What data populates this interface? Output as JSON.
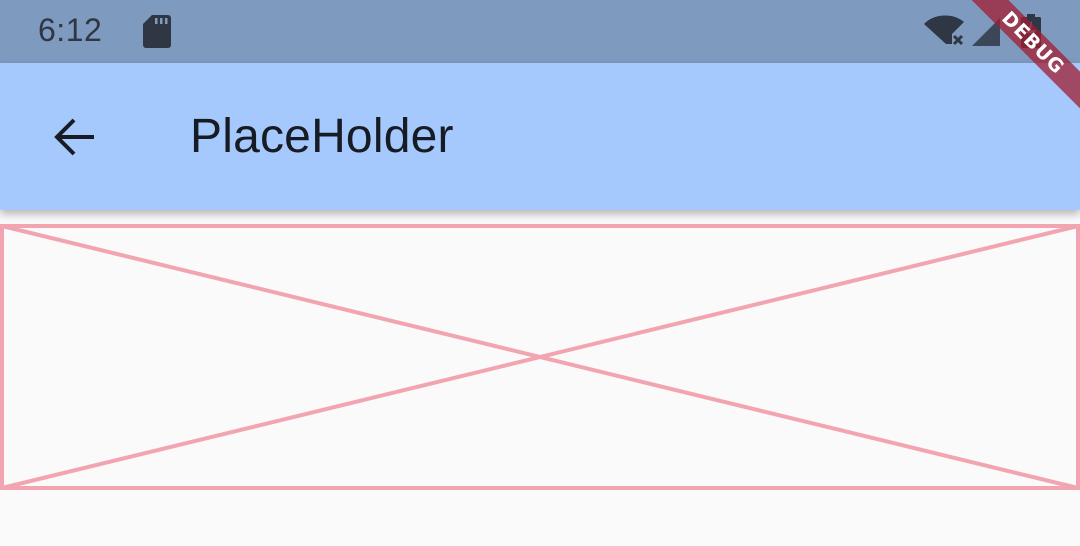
{
  "status_bar": {
    "time": "6:12",
    "icons": [
      "sd-card-icon",
      "wifi-off-icon",
      "signal-icon",
      "battery-charging-icon"
    ],
    "background": "#7f9abf"
  },
  "app_bar": {
    "title": "PlaceHolder",
    "back_icon": "arrow-back-icon",
    "background": "#a5c8fd"
  },
  "body": {
    "placeholder": {
      "type": "placeholder-box",
      "color": "#f2a5b0"
    },
    "background": "#fafafa"
  },
  "debug_banner": {
    "label": "DEBUG"
  }
}
